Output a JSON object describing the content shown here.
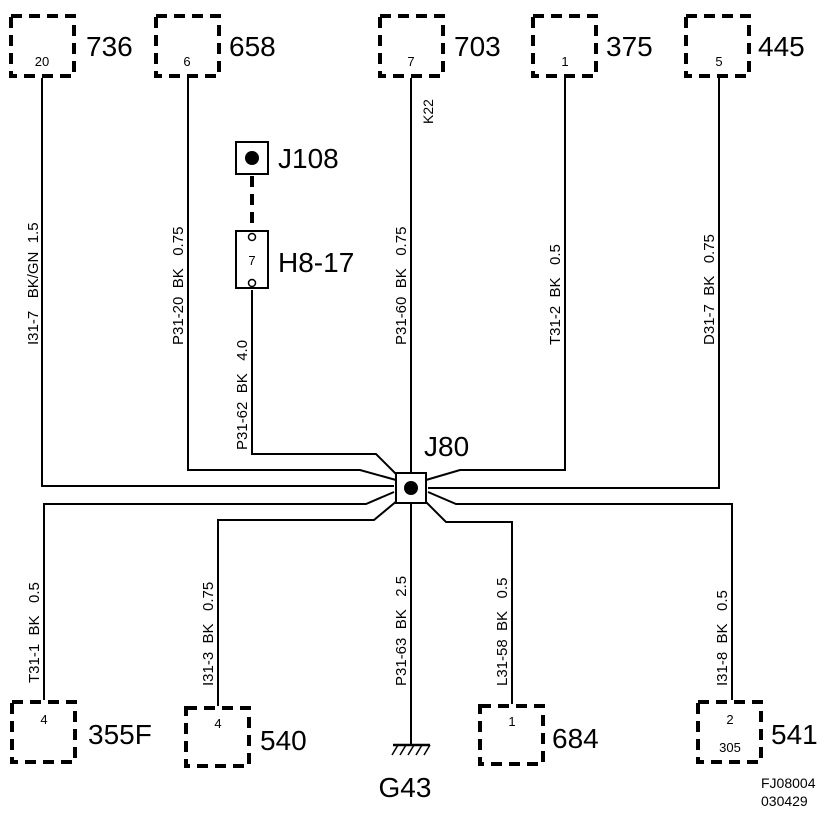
{
  "connectors_top": [
    {
      "id": "736",
      "pin": "20"
    },
    {
      "id": "658",
      "pin": "6"
    },
    {
      "id": "703",
      "pin": "7"
    },
    {
      "id": "375",
      "pin": "1"
    },
    {
      "id": "445",
      "pin": "5"
    }
  ],
  "connectors_bottom": [
    {
      "id": "355F",
      "pin": "4"
    },
    {
      "id": "540",
      "pin": "4"
    },
    {
      "id": "684",
      "pin": "1"
    },
    {
      "id": "541",
      "pin": "2",
      "pin2": "305"
    }
  ],
  "j108": "J108",
  "h8": {
    "id": "H8-17",
    "pin": "7"
  },
  "splice": "J80",
  "ground": "G43",
  "k22": "K22",
  "wires": {
    "w736": "I31-7   BK/GN  1.5",
    "w658": "P31-20  BK   0.75",
    "w703": "P31-60  BK   0.75",
    "w375": "T31-2  BK   0.5",
    "w445": "D31-7  BK   0.75",
    "wh8": "P31-62  BK   4.0",
    "w355": "T31-1  BK   0.5",
    "w540": "I31-3  BK   0.75",
    "wg43": "P31-63  BK   2.5",
    "w684": "L31-58  BK   0.5",
    "w541": "I31-8  BK   0.5"
  },
  "figure_code": "FJ08004",
  "figure_date": "030429"
}
